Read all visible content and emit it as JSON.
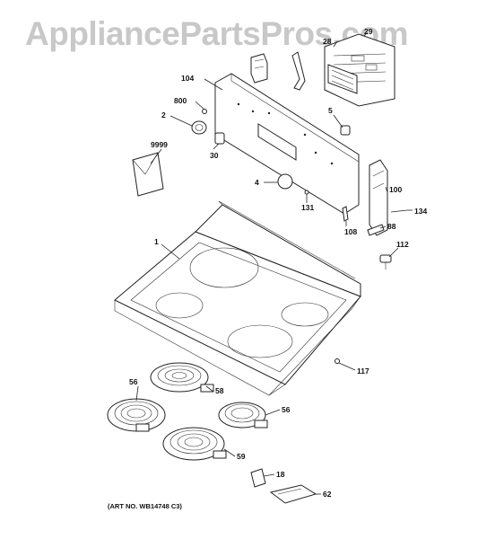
{
  "watermark": "AppliancePartsPros.com",
  "art_number": "(ART NO. WB14748 C3)",
  "callouts": [
    {
      "id": "c29",
      "text": "29"
    },
    {
      "id": "c28",
      "text": "28"
    },
    {
      "id": "c104",
      "text": "104"
    },
    {
      "id": "c800",
      "text": "800"
    },
    {
      "id": "c2",
      "text": "2"
    },
    {
      "id": "c5",
      "text": "5"
    },
    {
      "id": "c9999",
      "text": "9999"
    },
    {
      "id": "c30",
      "text": "30"
    },
    {
      "id": "c4",
      "text": "4"
    },
    {
      "id": "c131",
      "text": "131"
    },
    {
      "id": "c100",
      "text": "100"
    },
    {
      "id": "c134",
      "text": "134"
    },
    {
      "id": "c108",
      "text": "108"
    },
    {
      "id": "c88",
      "text": "88"
    },
    {
      "id": "c1",
      "text": "1"
    },
    {
      "id": "c112",
      "text": "112"
    },
    {
      "id": "c117",
      "text": "117"
    },
    {
      "id": "c56a",
      "text": "56"
    },
    {
      "id": "c58",
      "text": "58"
    },
    {
      "id": "c56b",
      "text": "56"
    },
    {
      "id": "c59",
      "text": "59"
    },
    {
      "id": "c18",
      "text": "18"
    },
    {
      "id": "c62",
      "text": "62"
    }
  ]
}
